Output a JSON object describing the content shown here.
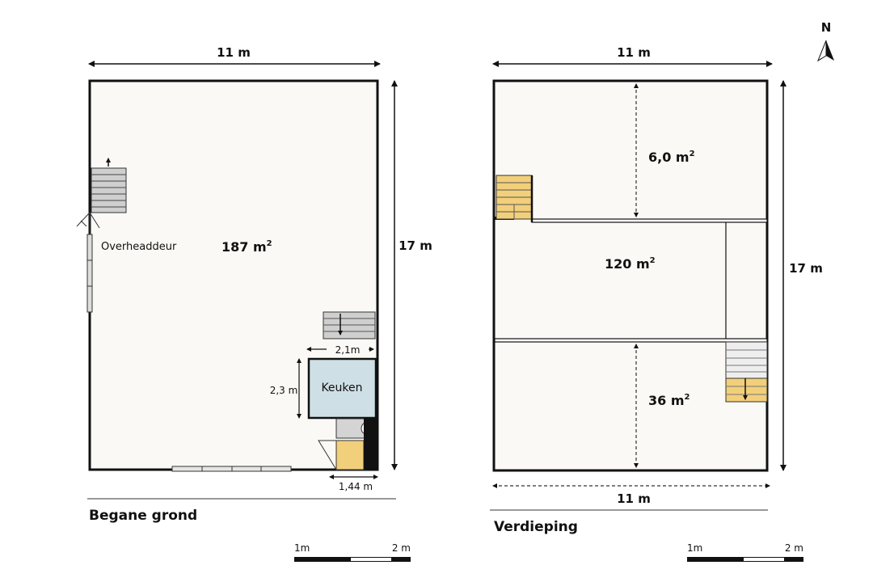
{
  "north": {
    "label": "N"
  },
  "ground_floor": {
    "title": "Begane grond",
    "width_label": "11 m",
    "depth_label": "17 m",
    "area_value": "187 m",
    "area_sup": "2",
    "door_label": "Overheaddeur",
    "kitchen_label": "Keuken",
    "kitchen_width": "2,1m",
    "kitchen_depth": "2,3 m",
    "utility_width": "1,44 m",
    "scale": {
      "label_1": "1m",
      "label_2": "2 m"
    }
  },
  "upper_floor": {
    "title": "Verdieping",
    "width_label": "11 m",
    "depth_label": "17 m",
    "bottom_width_label": "11 m",
    "rooms": [
      {
        "value": "6,0 m",
        "sup": "2"
      },
      {
        "value": "120 m",
        "sup": "2"
      },
      {
        "value": "36 m",
        "sup": "2"
      }
    ],
    "scale": {
      "label_1": "1m",
      "label_2": "2 m"
    }
  },
  "colors": {
    "floor": "#faf9f6",
    "kitchen": "#cfdfe6",
    "stairs_yellow": "#f2cf7a",
    "stairs_grey": "#cfcfcf",
    "wall": "#111111"
  }
}
